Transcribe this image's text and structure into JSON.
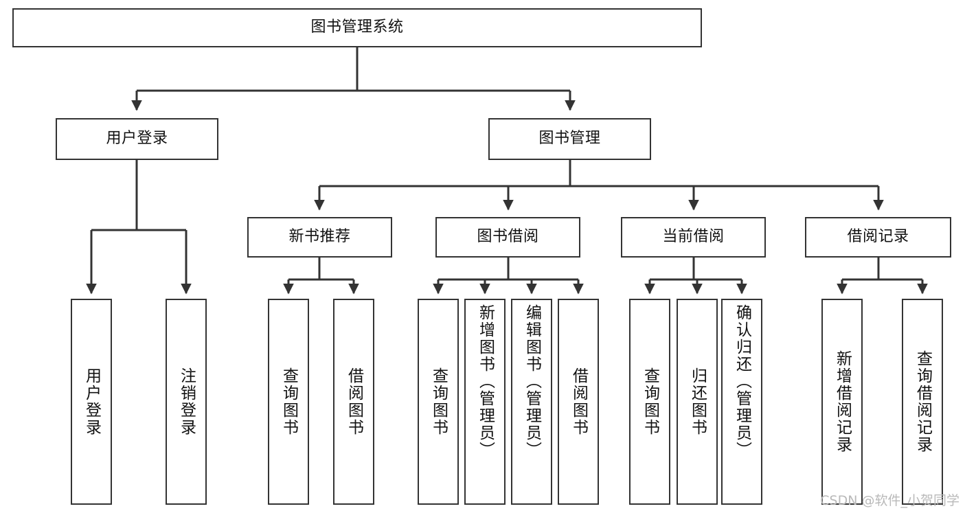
{
  "diagram": {
    "type": "tree",
    "title": "图书管理系统",
    "style": {
      "box_fill": "#ffffff",
      "box_stroke": "#333333",
      "line_color": "#333333",
      "text_color": "#111111",
      "background": "#ffffff"
    },
    "root": {
      "label": "图书管理系统"
    },
    "level2": [
      {
        "label": "用户登录"
      },
      {
        "label": "图书管理"
      }
    ],
    "level3": [
      {
        "label": "新书推荐"
      },
      {
        "label": "图书借阅"
      },
      {
        "label": "当前借阅"
      },
      {
        "label": "借阅记录"
      }
    ],
    "leaves": {
      "user_login": [
        {
          "label": "用户登录"
        },
        {
          "label": "注销登录"
        }
      ],
      "new_book_recommend": [
        {
          "label": "查询图书"
        },
        {
          "label": "借阅图书"
        }
      ],
      "book_borrow": [
        {
          "label": "查询图书"
        },
        {
          "label": "新增图书（管理员）"
        },
        {
          "label": "编辑图书（管理员）"
        },
        {
          "label": "借阅图书"
        }
      ],
      "current_borrow": [
        {
          "label": "查询图书"
        },
        {
          "label": "归还图书"
        },
        {
          "label": "确认归还（管理员）"
        }
      ],
      "borrow_record": [
        {
          "label": "新增借阅记录"
        },
        {
          "label": "查询借阅记录"
        }
      ]
    }
  },
  "watermark": {
    "text": "CSDN @软件_小贺同学"
  }
}
